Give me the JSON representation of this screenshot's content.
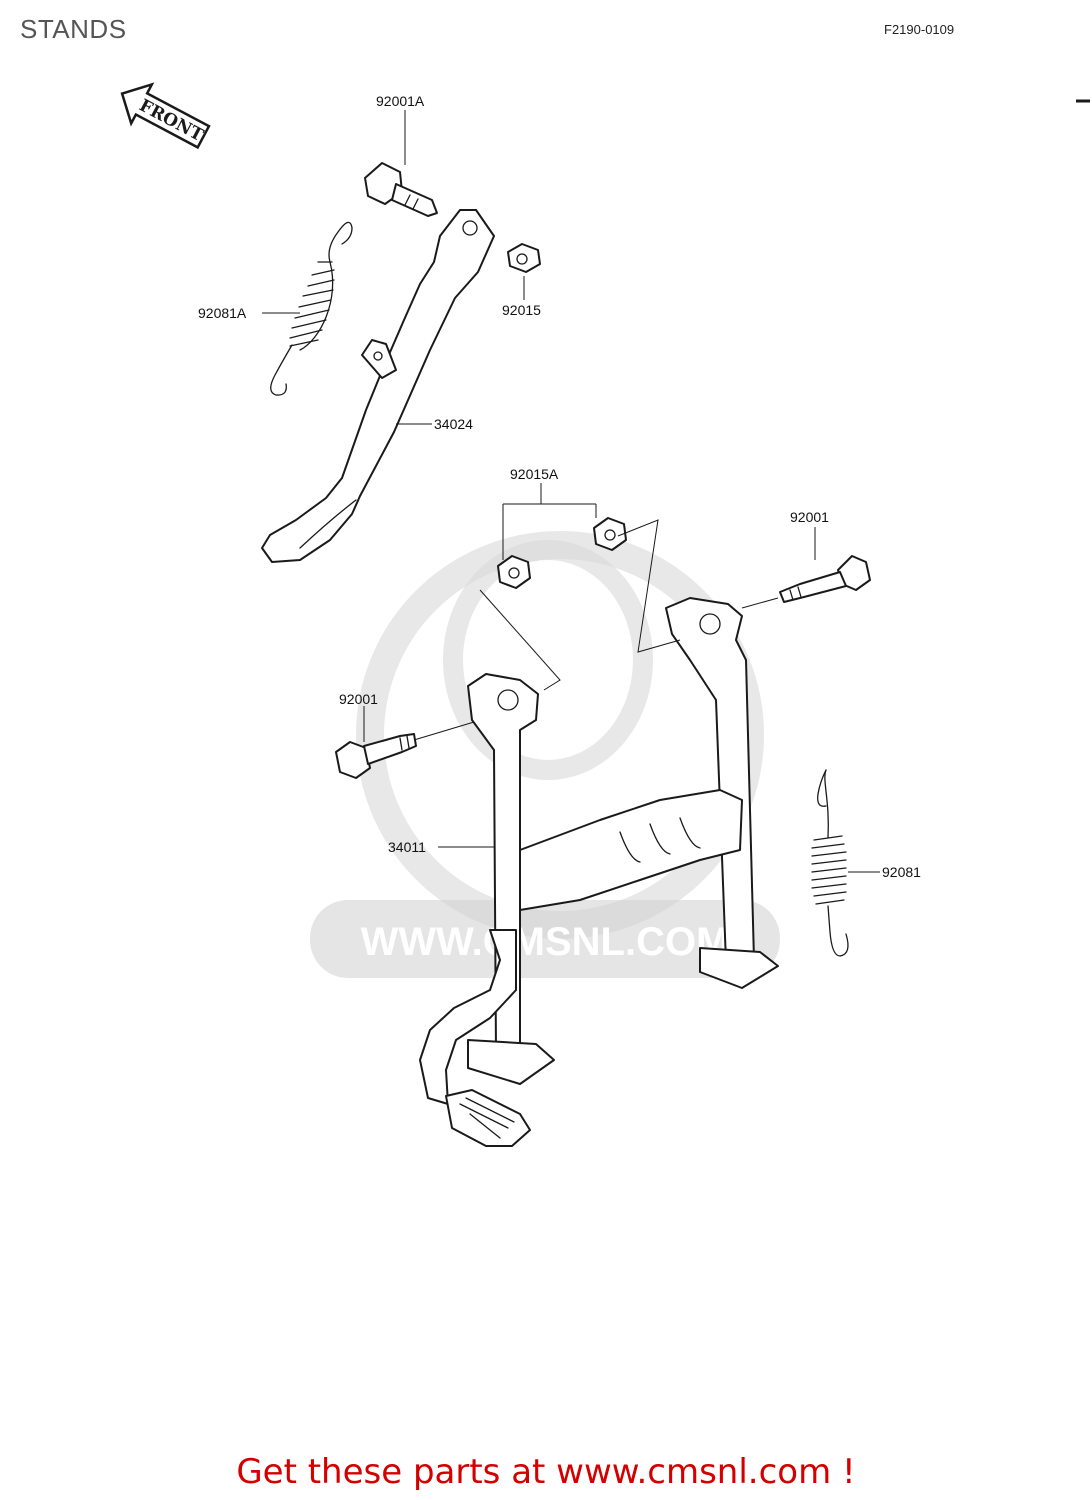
{
  "header": {
    "title": "STANDS",
    "diagram_code": "F2190-0109"
  },
  "front_arrow": {
    "label": "FRONT"
  },
  "parts": {
    "p92001A": "92001A",
    "p92081A": "92081A",
    "p92015": "92015",
    "p34024": "34024",
    "p92015A": "92015A",
    "p92001_right": "92001",
    "p92001_left": "92001",
    "p34011": "34011",
    "p92081": "92081"
  },
  "watermark": {
    "text": "WWW.CMSNL.COM"
  },
  "footer": {
    "link_text": "Get these parts at www.cmsnl.com !"
  },
  "colors": {
    "footer_link": "#d40000",
    "title": "#555555"
  }
}
